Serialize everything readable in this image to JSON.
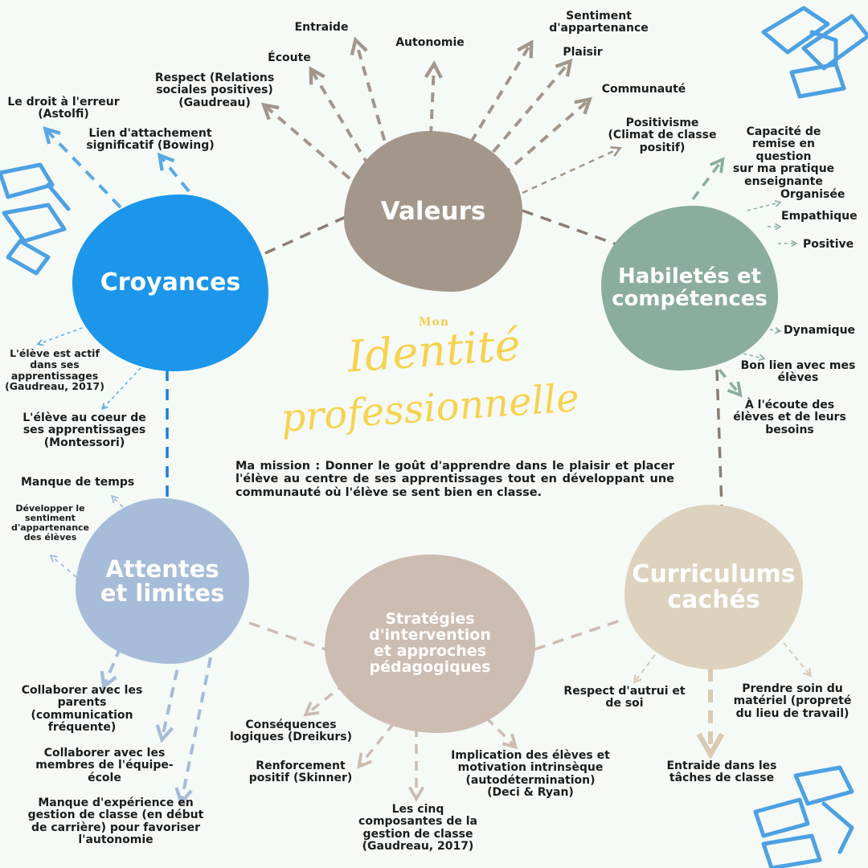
{
  "title": {
    "prefix": "Mon",
    "line1": "Identité",
    "line2": "professionnelle"
  },
  "mission": "Ma mission : Donner le goût d'apprendre dans le plaisir et placer l'élève au centre de ses apprentissages tout en développant une communauté où l'élève se sent bien en classe.",
  "colors": {
    "background": "#f5faf7",
    "valeurs": "#a3968a",
    "croyances": "#1b96ea",
    "habiletes": "#8aad9e",
    "curriculums": "#ddd2be",
    "strategies": "#cdbcb2",
    "attentes": "#a6bcd8",
    "title": "#f6d34f",
    "icon": "#4da1e3"
  },
  "blobs": {
    "valeurs": "Valeurs",
    "croyances": "Croyances",
    "habiletes_1": "Habiletés et",
    "habiletes_2": "compétences",
    "curriculums_1": "Curriculums",
    "curriculums_2": "cachés",
    "strategies_1": "Stratégies",
    "strategies_2": "d'intervention",
    "strategies_3": "et approches",
    "strategies_4": "pédagogiques",
    "attentes_1": "Attentes",
    "attentes_2": "et limites"
  },
  "valeurs_items": {
    "entraide": "Entraide",
    "autonomie": "Autonomie",
    "sentiment": "Sentiment\nd'appartenance",
    "ecoute": "Écoute",
    "plaisir": "Plaisir",
    "respect": "Respect (Relations\nsociales positives)\n(Gaudreau)",
    "communaute": "Communauté",
    "positivisme": "Positivisme\n(Climat de classe\npositif)"
  },
  "croyances_items": {
    "droit_erreur": "Le droit à l'erreur\n(Astolfi)",
    "lien_attachement": "Lien d'attachement\nsignificatif (Bowing)",
    "eleve_actif": "L'élève est actif\ndans ses\napprentissages\n(Gaudreau, 2017)",
    "eleve_coeur": "L'élève au coeur de\nses apprentissages\n(Montessori)"
  },
  "habiletes_items": {
    "capacite": "Capacité de\nremise en question\nsur ma pratique\nenseignante",
    "organisee": "Organisée",
    "empathique": "Empathique",
    "positive": "Positive",
    "dynamique": "Dynamique",
    "bon_lien": "Bon lien avec mes\nélèves",
    "ecoute_eleves": "À l'écoute des\nélèves et de leurs\nbesoins"
  },
  "attentes_items": {
    "manque_temps": "Manque de temps",
    "developper": "Développer le\nsentiment\nd'appartenance\ndes élèves",
    "collaborer_parents": "Collaborer avec les\nparents\n(communication\nfréquente)",
    "collaborer_equipe": "Collaborer avec  les\nmembres de l'équipe-\nécole",
    "manque_experience": "Manque d'expérience en\ngestion de classe (en début\nde carrière) pour favoriser\nl'autonomie"
  },
  "strategies_items": {
    "consequences": "Conséquences\nlogiques (Dreikurs)",
    "renforcement": "Renforcement\npositif (Skinner)",
    "cinq": "Les cinq\ncomposantes de la\ngestion de classe\n(Gaudreau, 2017)",
    "implication": "Implication des élèves et\nmotivation intrinsèque\n(autodétermination)\n(Deci & Ryan)"
  },
  "curriculums_items": {
    "respect_autrui": "Respect d'autrui et\nde soi",
    "prendre_soin": "Prendre soin du\nmatériel (propreté\ndu lieu de travail)",
    "entraide_taches": "Entraide dans les\ntâches de classe"
  },
  "icons": {
    "top_right": "hands-together-icon",
    "left": "hands-together-icon",
    "bottom_right": "hands-together-icon"
  }
}
